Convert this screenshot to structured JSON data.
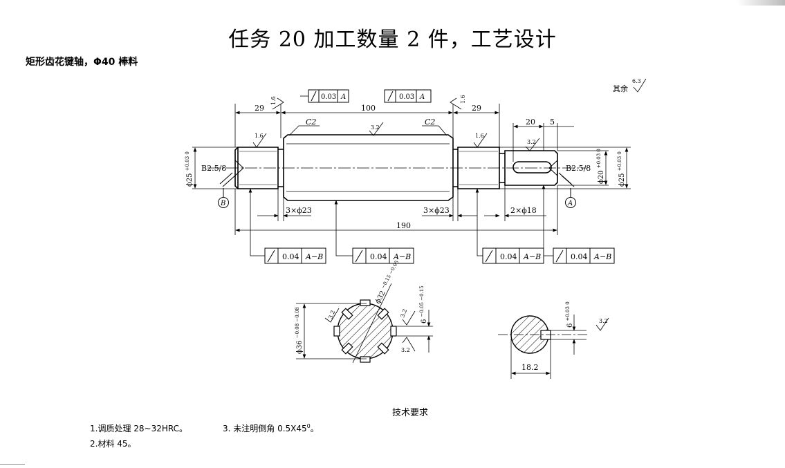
{
  "title": "任务 20    加工数量 2 件，工艺设计",
  "subtitle": "矩形齿花键轴，Φ40 棒料",
  "drawing": {
    "rest_roughness": "其余",
    "rest_roughness_value": "6.3",
    "dims": {
      "d29_left": "29",
      "d100": "100",
      "d29_right": "29",
      "d20": "20",
      "d5": "5",
      "d190": "190",
      "groove_left": "3×ϕ23",
      "groove_mid": "3×ϕ23",
      "groove_right": "2×ϕ18",
      "chamfer_left": "C2",
      "chamfer_right": "C2",
      "center_left": "B2.5/8",
      "center_right": "B2.5/8",
      "dia_left": "ϕ25",
      "dia_left_tol": "+0.03 0",
      "dia_right_small": "ϕ20",
      "dia_right_small_tol": "+0.03 0",
      "dia_right": "ϕ25",
      "dia_right_tol": "+0.03 0",
      "datum_b": "B",
      "datum_a": "A"
    },
    "roughness": {
      "r16_a": "1.6",
      "r16_b": "1.6",
      "r16_c": "1.6",
      "r16_d": "1.6",
      "r32_a": "3.2",
      "r32_b": "3.2"
    },
    "tolerance_frames": [
      {
        "value": "0.03",
        "datum": "A"
      },
      {
        "value": "0.03",
        "datum": "A"
      },
      {
        "value": "0.04",
        "datum": "A−B"
      },
      {
        "value": "0.04",
        "datum": "A−B"
      },
      {
        "value": "0.04",
        "datum": "A−B"
      },
      {
        "value": "0.04",
        "datum": "A−B"
      }
    ],
    "section_spline": {
      "d_outer": "ϕ36",
      "d_outer_tol": "−0.08 −0.08",
      "d_inner": "ϕ32",
      "d_inner_tol": "−0.15 −0.05",
      "width": "6",
      "width_tol": "−0.05 −0.15",
      "r_a": "3.2",
      "r_b": "3.2"
    },
    "section_key": {
      "width": "6",
      "width_tol": "+0.03 0",
      "depth": "18.2",
      "r": "3.2"
    }
  },
  "requirements": {
    "heading": "技术要求",
    "item1": "1.调质处理 28~32HRC。",
    "item2": "2.材料 45。",
    "item3": "3.  未注明倒角 0.5X45",
    "item3_sup": "0",
    "item3_end": "。"
  }
}
